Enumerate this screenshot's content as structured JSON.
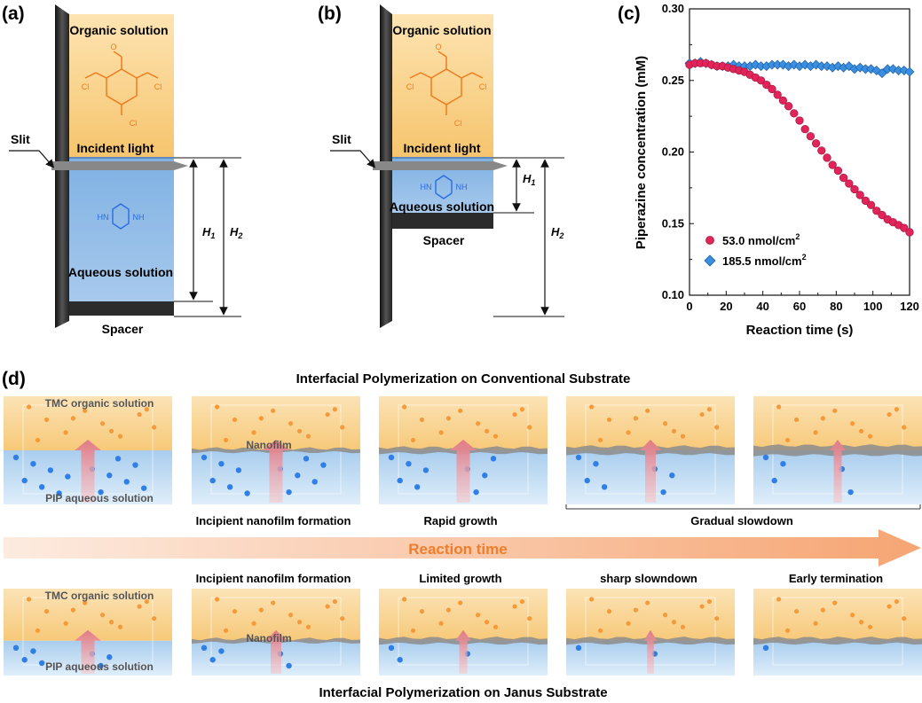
{
  "panels": {
    "a": {
      "label": "(a)",
      "organic": "Organic solution",
      "slit": "Slit",
      "incident": "Incident light",
      "aqueous": "Aqueous solution",
      "spacer": "Spacer",
      "h1": "H",
      "h1_sub": "1",
      "h2": "H",
      "h2_sub": "2"
    },
    "b": {
      "label": "(b)",
      "organic": "Organic solution",
      "slit": "Slit",
      "incident": "Incident light",
      "aqueous": "Aqueous solution",
      "spacer": "Spacer",
      "h1": "H",
      "h1_sub": "1",
      "h2": "H",
      "h2_sub": "2"
    },
    "c": {
      "label": "(c)"
    },
    "d": {
      "label": "(d)",
      "top_title": "Interfacial Polymerization on Conventional Substrate",
      "bottom_title": "Interfacial Polymerization on Janus Substrate",
      "arrow_label": "Reaction time",
      "tmc": "TMC organic solution",
      "pip": "PIP aqueous solution",
      "nanofilm": "Nanofilm",
      "top_captions": [
        "Incipient nanofilm formation",
        "Rapid growth",
        "Gradual slowdown"
      ],
      "bottom_captions": [
        "Incipient nanofilm formation",
        "Limited growth",
        "sharp slowndown",
        "Early termination"
      ]
    }
  },
  "molecules": {
    "cl": "Cl",
    "nh": "NH",
    "hn": "HN",
    "o": "O"
  },
  "colors": {
    "organic": "#f9cc7a",
    "aqueous": "#8fbbe6",
    "tmc_molecule": "#f07b1c",
    "pip_molecule": "#2a6de0",
    "series1": "#e3245a",
    "series2": "#3a8fe0",
    "arrow": "#f5a06a"
  },
  "chart_data": {
    "type": "scatter",
    "xlabel": "Reaction time (s)",
    "ylabel": "Piperazine concentration (mM)",
    "xlim": [
      0,
      120
    ],
    "ylim": [
      0.1,
      0.3
    ],
    "xticks": [
      "0",
      "20",
      "40",
      "60",
      "80",
      "100",
      "120"
    ],
    "yticks": [
      "0.10",
      "0.15",
      "0.20",
      "0.25",
      "0.30"
    ],
    "legend_position": "bottom-left",
    "series": [
      {
        "name": "53.0 nmol/cm",
        "name_sup": "2",
        "marker": "circle",
        "color": "#e3245a",
        "x": [
          0,
          3,
          6,
          9,
          12,
          15,
          18,
          21,
          24,
          27,
          30,
          33,
          36,
          39,
          42,
          45,
          48,
          51,
          54,
          57,
          60,
          63,
          66,
          69,
          72,
          75,
          78,
          81,
          84,
          87,
          90,
          93,
          96,
          99,
          102,
          105,
          108,
          111,
          114,
          117,
          120
        ],
        "y": [
          0.261,
          0.262,
          0.262,
          0.262,
          0.261,
          0.26,
          0.26,
          0.259,
          0.258,
          0.257,
          0.256,
          0.254,
          0.252,
          0.25,
          0.247,
          0.244,
          0.24,
          0.236,
          0.232,
          0.227,
          0.222,
          0.216,
          0.211,
          0.206,
          0.201,
          0.196,
          0.191,
          0.187,
          0.182,
          0.178,
          0.174,
          0.17,
          0.166,
          0.163,
          0.159,
          0.156,
          0.153,
          0.151,
          0.149,
          0.147,
          0.144
        ]
      },
      {
        "name": "185.5 nmol/cm",
        "name_sup": "2",
        "marker": "diamond",
        "color": "#3a8fe0",
        "x": [
          0,
          3,
          6,
          9,
          12,
          15,
          18,
          21,
          24,
          27,
          30,
          33,
          36,
          39,
          42,
          45,
          48,
          51,
          54,
          57,
          60,
          63,
          66,
          69,
          72,
          75,
          78,
          81,
          84,
          87,
          90,
          93,
          96,
          99,
          102,
          105,
          108,
          111,
          114,
          117,
          120
        ],
        "y": [
          0.262,
          0.262,
          0.263,
          0.262,
          0.261,
          0.26,
          0.26,
          0.26,
          0.261,
          0.26,
          0.26,
          0.26,
          0.261,
          0.26,
          0.26,
          0.261,
          0.261,
          0.261,
          0.26,
          0.261,
          0.26,
          0.261,
          0.26,
          0.261,
          0.26,
          0.26,
          0.259,
          0.26,
          0.259,
          0.26,
          0.258,
          0.259,
          0.258,
          0.258,
          0.257,
          0.255,
          0.258,
          0.258,
          0.257,
          0.257,
          0.256
        ]
      }
    ]
  }
}
